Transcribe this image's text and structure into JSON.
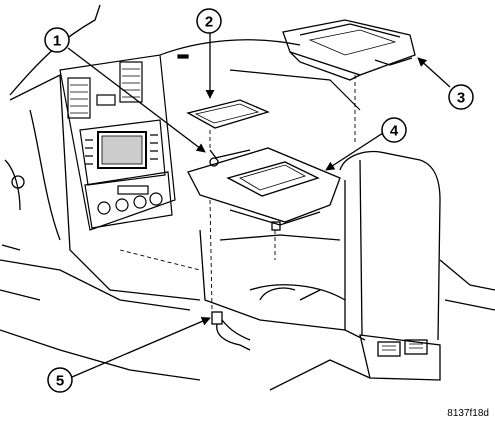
{
  "callouts": [
    {
      "id": 1,
      "label": "1"
    },
    {
      "id": 2,
      "label": "2"
    },
    {
      "id": 3,
      "label": "3"
    },
    {
      "id": 4,
      "label": "4"
    },
    {
      "id": 5,
      "label": "5"
    }
  ],
  "figure_code": "8137f18d",
  "colors": {
    "line": "#000000",
    "background": "#ffffff"
  }
}
